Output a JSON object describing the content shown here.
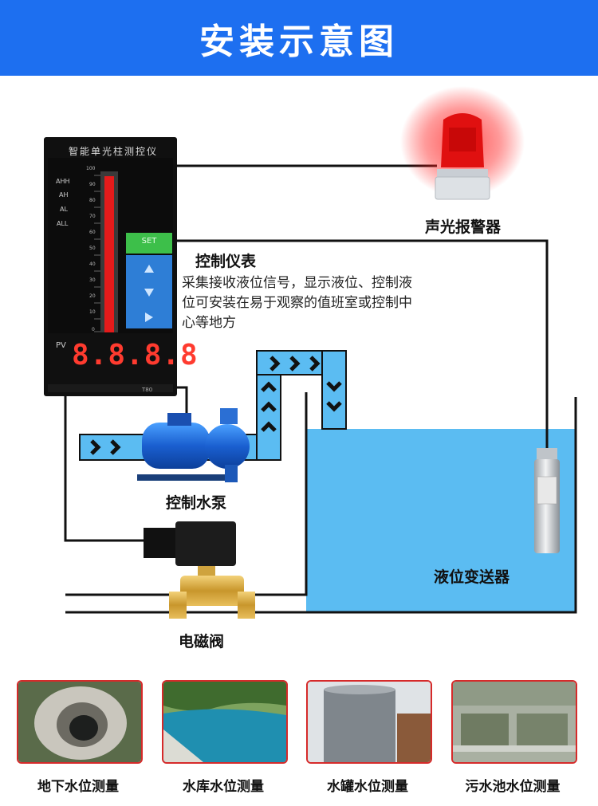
{
  "header": {
    "title": "安装示意图"
  },
  "controller": {
    "name": "智能单光柱测控仪",
    "alarm_tags": [
      "AHH",
      "AH",
      "AL",
      "ALL"
    ],
    "scale": [
      "100",
      "90",
      "80",
      "70",
      "60",
      "50",
      "40",
      "30",
      "20",
      "10",
      "0"
    ],
    "set_button": "SET",
    "pv_label": "PV",
    "display_value": "8.8.8.8",
    "model_tag": "T80"
  },
  "labels": {
    "alarm": "声光报警器",
    "control_title": "控制仪表",
    "control_desc": "采集接收液位信号，显示液位、控制液位可安装在易于观察的值班室或控制中心等地方",
    "pump": "控制水泵",
    "valve": "电磁阀",
    "transmitter": "液位变送器"
  },
  "applications": [
    {
      "caption": "地下水位测量"
    },
    {
      "caption": "水库水位测量"
    },
    {
      "caption": "水罐水位测量"
    },
    {
      "caption": "污水池水位测量"
    }
  ],
  "colors": {
    "header": "#1d6ff0",
    "water": "#5bbcf2",
    "bar_red": "#e41b1b",
    "led": "#ff3b2f",
    "thumb_border": "#d62a2a"
  }
}
